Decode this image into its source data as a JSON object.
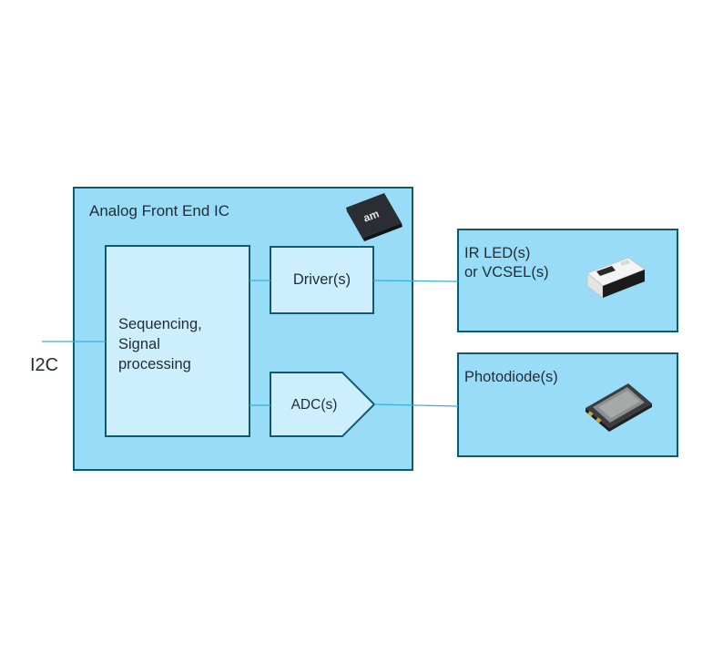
{
  "diagram": {
    "title": "Analog Front End IC",
    "brand_logo_text": "am",
    "interface_label": "I2C",
    "blocks": {
      "sequencing": {
        "line1": "Sequencing,",
        "line2": "Signal",
        "line3": "processing"
      },
      "driver": "Driver(s)",
      "adc": "ADC(s)",
      "emitter": {
        "line1": "IR LED(s)",
        "line2": "or VCSEL(s)"
      },
      "photodiode": "Photodiode(s)"
    },
    "colors": {
      "outer_box_fill": "#98dcf8",
      "inner_box_fill": "#cdeefc",
      "box_stroke": "#0e5b6e",
      "connector_line": "#3aaed8",
      "text": "#1f2d36"
    }
  }
}
